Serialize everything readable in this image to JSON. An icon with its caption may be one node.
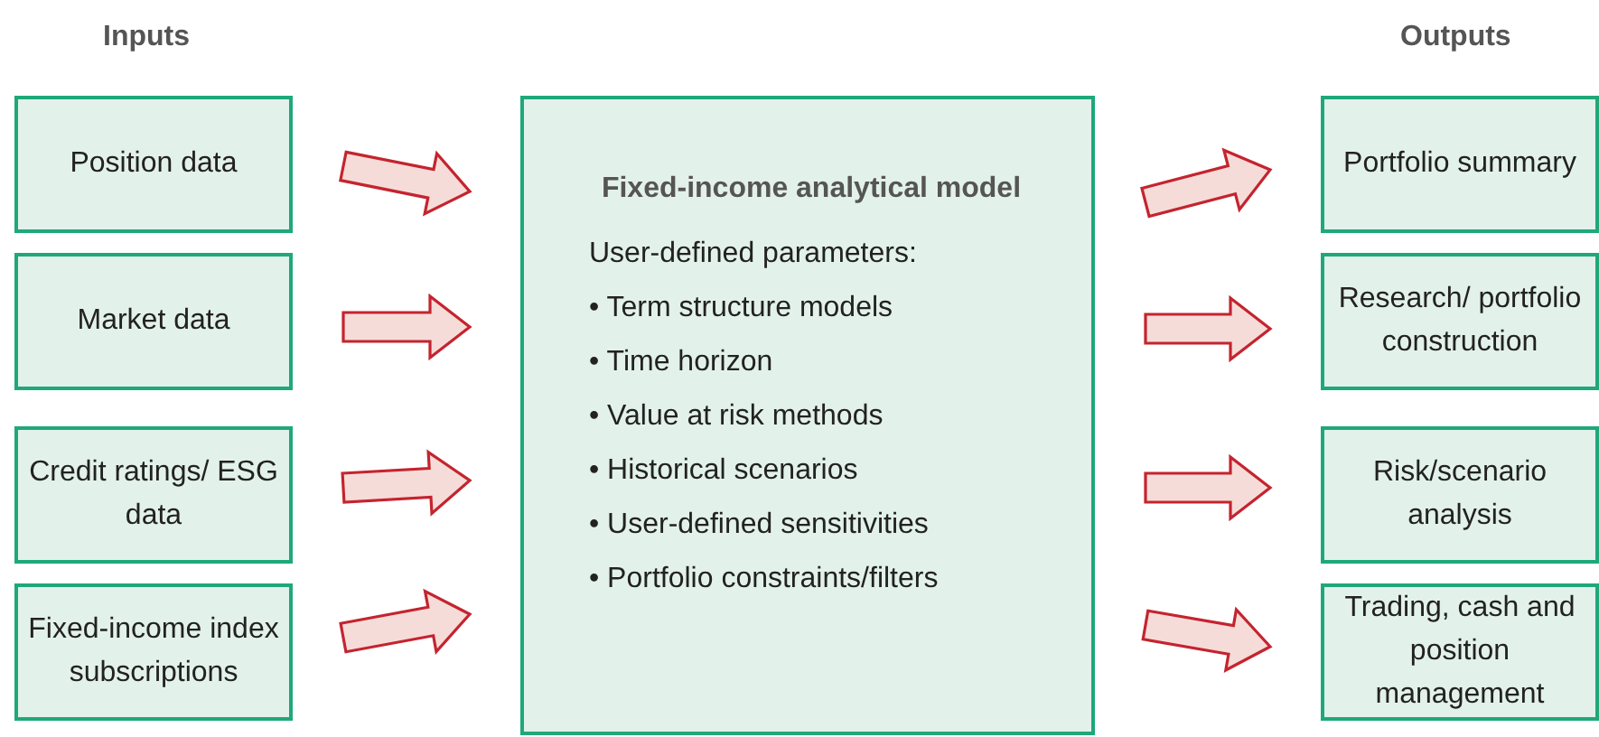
{
  "diagram": {
    "nodes": [
      {
        "text": [
          "Position data"
        ]
      },
      {
        "text": [
          "Market data"
        ]
      },
      {
        "text": [
          "Credit ratings/ ESG data"
        ]
      },
      {
        "text": [
          "Fixed-income index subscriptions"
        ]
      },
      {
        "text": [
          "Fixed-income analytical model",
          "User-defined parameters:",
          "• Term structure models",
          "• Time horizon",
          "• Value at risk methods",
          "• Historical scenarios",
          "• User-defined sensitivities",
          "• Portfolio constraints/filters"
        ]
      },
      {
        "text": [
          "Portfolio summary"
        ]
      },
      {
        "text": [
          "Research/ portfolio construction"
        ]
      },
      {
        "text": [
          "Risk/scenario analysis"
        ]
      },
      {
        "text": [
          "Trading, cash and position management"
        ]
      }
    ],
    "edges": [
      {
        "from": 0,
        "to": 4,
        "arrow": "to"
      },
      {
        "from": 1,
        "to": 4,
        "arrow": "to"
      },
      {
        "from": 2,
        "to": 4,
        "arrow": "to"
      },
      {
        "from": 3,
        "to": 4,
        "arrow": "to"
      },
      {
        "from": 4,
        "to": 5,
        "arrow": "to"
      },
      {
        "from": 4,
        "to": 6,
        "arrow": "to"
      },
      {
        "from": 4,
        "to": 7,
        "arrow": "to"
      },
      {
        "from": 4,
        "to": 8,
        "arrow": "to"
      }
    ],
    "labels": [
      "Inputs",
      "Outputs"
    ]
  }
}
